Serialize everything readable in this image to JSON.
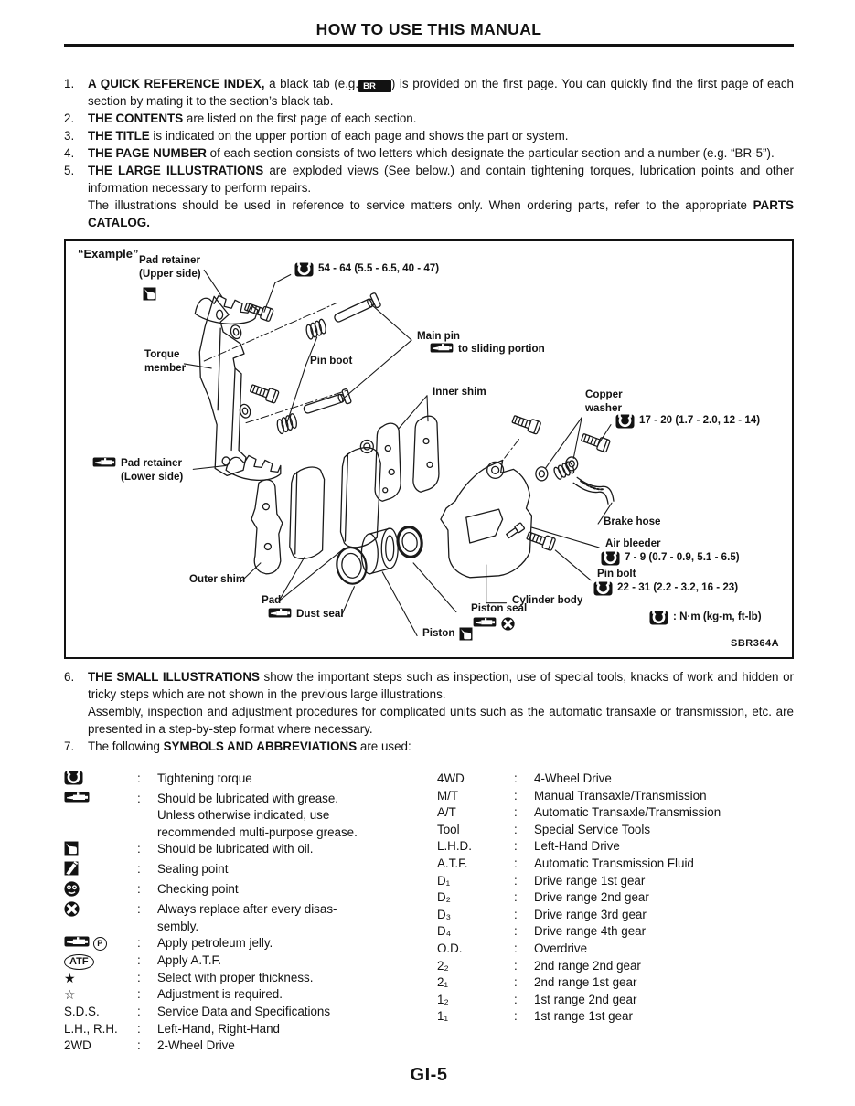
{
  "page": {
    "title": "HOW TO USE THIS MANUAL",
    "footer": "GI-5"
  },
  "punct": {
    "colon": ":"
  },
  "badges": {
    "br": "BR",
    "p": "P",
    "atf": "ATF"
  },
  "instructions": [
    {
      "num": "1.",
      "lead": "A QUICK REFERENCE INDEX,",
      "pre_badge": " a black tab (e.g.",
      "post_badge": ") is provided on the first page. You can quickly find the first page of each section by mating it to the section’s black tab."
    },
    {
      "num": "2.",
      "lead": "THE CONTENTS",
      "rest": " are listed on the first page of each section."
    },
    {
      "num": "3.",
      "lead": "THE TITLE",
      "rest": " is indicated on the upper portion of each page and shows the part or system."
    },
    {
      "num": "4.",
      "lead": "THE PAGE NUMBER",
      "rest": " of each section consists of two letters which designate the particular section and a number (e.g. “BR-5”)."
    },
    {
      "num": "5.",
      "lead": "THE LARGE ILLUSTRATIONS",
      "rest": " are exploded views (See below.) and contain tightening torques, lubrication points and other information necessary to perform repairs.",
      "para2": "The illustrations should be used in reference to service matters only. When ordering parts, refer to the appropriate ",
      "para2_bold": "PARTS CATALOG."
    },
    {
      "num": "6.",
      "lead": "THE SMALL ILLUSTRATIONS",
      "rest": " show the important steps such as inspection, use of special tools, knacks of work and hidden or tricky steps which are not shown in the previous large illustrations.",
      "para2": "Assembly, inspection and adjustment procedures for complicated units such as the automatic transaxle or transmission, etc. are presented in a step-by-step format where necessary."
    },
    {
      "num": "7.",
      "pre": "The following ",
      "lead": "SYMBOLS AND ABBREVIATIONS",
      "rest": " are used:"
    }
  ],
  "diagram": {
    "example": "“Example”",
    "code": "SBR364A",
    "labels": {
      "pad_retainer_upper": "Pad retainer\n(Upper side)",
      "torque_main_pin": "54 - 64 (5.5 - 6.5, 40 - 47)",
      "torque_member": "Torque\nmember",
      "pin_boot": "Pin boot",
      "main_pin": "Main pin",
      "to_sliding": "to sliding portion",
      "inner_shim": "Inner shim",
      "copper_washer": "Copper\nwasher",
      "torque_copper": "17 - 20 (1.7 - 2.0, 12 - 14)",
      "pad_retainer_lower": "Pad retainer\n(Lower side)",
      "brake_hose": "Brake hose",
      "air_bleeder": "Air bleeder",
      "torque_air": "7 - 9 (0.7 - 0.9, 5.1 - 6.5)",
      "pin_bolt": "Pin bolt",
      "torque_pin_bolt": "22 - 31 (2.2 - 3.2, 16 - 23)",
      "outer_shim": "Outer shim",
      "pad": "Pad",
      "cylinder_body": "Cylinder body",
      "dust_seal": "Dust seal",
      "piston_seal": "Piston seal",
      "piston": "Piston",
      "unit_note": ": N·m (kg-m, ft-lb)"
    }
  },
  "symbols": {
    "left": [
      {
        "icon": "torque",
        "desc": "Tightening torque"
      },
      {
        "icon": "grease",
        "desc": "Should be lubricated with grease.\nUnless otherwise indicated, use\nrecommended multi-purpose grease."
      },
      {
        "icon": "oil",
        "desc": "Should be lubricated with oil."
      },
      {
        "icon": "seal",
        "desc": "Sealing point"
      },
      {
        "icon": "check",
        "desc": "Checking point"
      },
      {
        "icon": "replace",
        "desc": "Always replace after every disas-\nsembly."
      },
      {
        "icon": "grease-p",
        "desc": "Apply petroleum jelly."
      },
      {
        "term": "ATF",
        "desc": "Apply A.T.F."
      },
      {
        "term": "★",
        "desc": "Select with proper thickness."
      },
      {
        "term": "☆",
        "desc": "Adjustment is required."
      },
      {
        "term": "S.D.S.",
        "desc": "Service Data and Specifications"
      },
      {
        "term": "L.H., R.H.",
        "desc": "Left-Hand, Right-Hand"
      },
      {
        "term": "2WD",
        "desc": "2-Wheel Drive"
      }
    ],
    "right": [
      {
        "term": "4WD",
        "desc": "4-Wheel Drive"
      },
      {
        "term": "M/T",
        "desc": "Manual Transaxle/Transmission"
      },
      {
        "term": "A/T",
        "desc": "Automatic Transaxle/Transmission"
      },
      {
        "term": "Tool",
        "desc": "Special Service Tools"
      },
      {
        "term": "L.H.D.",
        "desc": "Left-Hand Drive"
      },
      {
        "term": "A.T.F.",
        "desc": "Automatic Transmission Fluid"
      },
      {
        "term": "D₁",
        "desc": "Drive range 1st gear"
      },
      {
        "term": "D₂",
        "desc": "Drive range 2nd gear"
      },
      {
        "term": "D₃",
        "desc": "Drive range 3rd gear"
      },
      {
        "term": "D₄",
        "desc": "Drive range 4th gear"
      },
      {
        "term": "O.D.",
        "desc": "Overdrive"
      },
      {
        "term": "2₂",
        "desc": "2nd range 2nd gear"
      },
      {
        "term": "2₁",
        "desc": "2nd range 1st gear"
      },
      {
        "term": "1₂",
        "desc": "1st range 2nd gear"
      },
      {
        "term": "1₁",
        "desc": "1st range 1st gear"
      }
    ]
  }
}
